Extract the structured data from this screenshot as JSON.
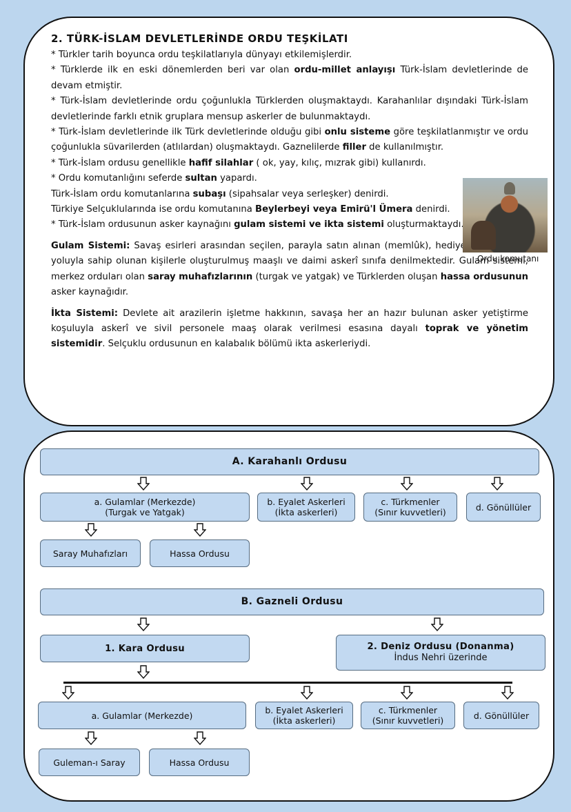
{
  "text": {
    "title": "2. TÜRK-İSLAM DEVLETLERİNDE ORDU TEŞKİLATI",
    "p1": "* Türkler tarih boyunca ordu teşkilatlarıyla dünyayı etkilemişlerdir.",
    "p2_a": "* Türklerde ilk en eski dönemlerden beri var olan ",
    "p2_b": "ordu-millet anlayışı",
    "p2_c": " Türk-İslam devletlerinde de devam etmiştir.",
    "p3": "* Türk-İslam devletlerinde ordu çoğunlukla Türklerden oluşmaktaydı. Karahanlılar dışındaki Türk-İslam devletlerinde farklı etnik gruplara mensup askerler de bulunmaktaydı.",
    "p4_a": "* Türk-İslam devletlerinde ilk Türk devletlerinde olduğu gibi ",
    "p4_b": "onlu sisteme",
    "p4_c": " göre teşkilatlanmıştır ve ordu çoğunlukla süvarilerden (atlılardan) oluşmaktaydı. Gaznelilerde ",
    "p4_d": "filler",
    "p4_e": " de kullanılmıştır.",
    "p5_a": "* Türk-İslam ordusu genellikle ",
    "p5_b": "hafif silahlar",
    "p5_c": " ( ok, yay, kılıç, mızrak gibi) kullanırdı.",
    "p6_a": "* Ordu komutanlığını seferde ",
    "p6_b": "sultan",
    "p6_c": " yapardı.",
    "p7_a": "Türk-İslam ordu komutanlarına ",
    "p7_b": "subaşı",
    "p7_c": " (sipahsalar veya serleşker) denirdi.",
    "p8_a": "Türkiye Selçuklularında ise ordu komutanına ",
    "p8_b": "Beylerbeyi veya Emirü'l Ümera",
    "p8_c": " denirdi.",
    "p9_a": "* Türk-İslam ordusunun asker kaynağını ",
    "p9_b": "gulam sistemi ve ikta sistemi",
    "p9_c": " oluşturmaktaydı.",
    "gulam_label": "Gulam Sistemi:",
    "gulam_a": "  Savaş esirleri arasından seçilen, parayla satın alınan (memlûk), hediye ya da intikal yoluyla sahip olunan kişilerle oluşturulmuş maaşlı ve daimi askerî sınıfa denilmektedir. Gulam sistemi, merkez orduları olan ",
    "gulam_b": "saray muhafızlarının",
    "gulam_c": " (turgak ve yatgak) ve Türklerden oluşan ",
    "gulam_d": "hassa ordusunun",
    "gulam_e": " asker kaynağıdır.",
    "ikta_label": "İkta Sistemi:",
    "ikta_a": " Devlete ait arazilerin işletme hakkının, savaşa her an hazır bulunan asker yetiştirme koşuluyla askerî ve sivil personele maaş olarak verilmesi esasına dayalı ",
    "ikta_b": "toprak ve yönetim   sistemidir",
    "ikta_c": ". Selçuklu ordusunun en kalabalık bölümü ikta askerleriydi.",
    "photo_caption": "Ordu komutanı"
  },
  "diagram": {
    "karahanli_header": "A. Karahanlı Ordusu",
    "k_gulam_1": "a. Gulamlar (Merkezde)",
    "k_gulam_2": "(Turgak ve Yatgak)",
    "k_eyalet_1": "b. Eyalet Askerleri",
    "k_eyalet_2": "(İkta askerleri)",
    "k_turkmen_1": "c. Türkmenler",
    "k_turkmen_2": "(Sınır kuvvetleri)",
    "k_gonullu": "d. Gönüllüler",
    "k_saray": "Saray Muhafızları",
    "k_hassa": "Hassa Ordusu",
    "gazneli_header": "B. Gazneli Ordusu",
    "g_kara": "1. Kara Ordusu",
    "g_deniz_1": "2. Deniz Ordusu (Donanma)",
    "g_deniz_2": "İndus Nehri üzerinde",
    "g_gulam": "a. Gulamlar (Merkezde)",
    "g_eyalet_1": "b. Eyalet Askerleri",
    "g_eyalet_2": "(İkta askerleri)",
    "g_turkmen_1": "c. Türkmenler",
    "g_turkmen_2": "(Sınır kuvvetleri)",
    "g_gonullu": "d. Gönüllüler",
    "g_guleman": "Guleman-ı Saray",
    "g_hassa": "Hassa Ordusu"
  },
  "colors": {
    "page_bg": "#bcd6ee",
    "box_fill": "#c2d9f1",
    "box_border": "#556b80"
  },
  "icons": {
    "arrow": "hollow-down-arrow-icon"
  }
}
